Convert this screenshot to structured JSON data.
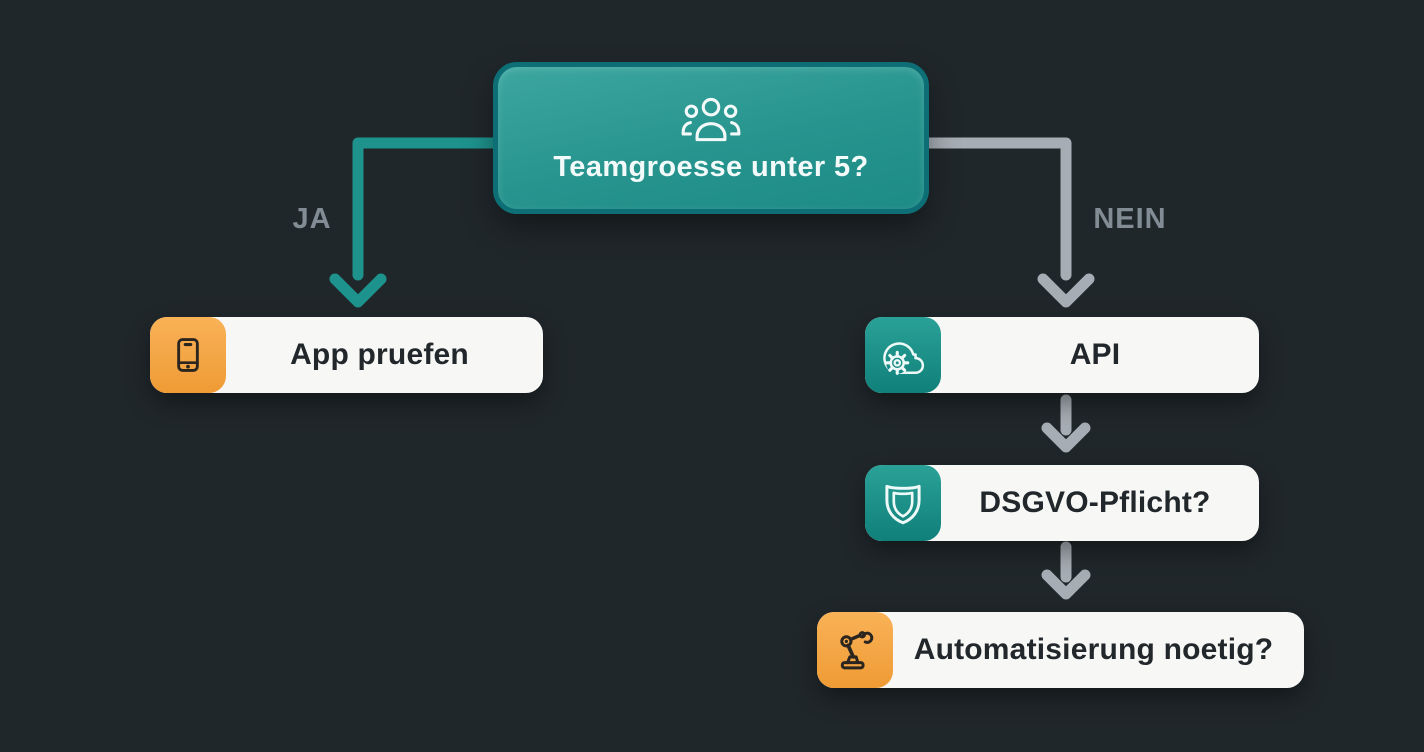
{
  "diagram": {
    "decision": {
      "label": "Teamgroesse unter 5?",
      "icon": "users-icon"
    },
    "branches": {
      "yes": "JA",
      "no": "NEIN"
    },
    "nodes": [
      {
        "label": "App pruefen",
        "icon": "smartphone-icon",
        "accent": "orange"
      },
      {
        "label": "API",
        "icon": "cloud-gear-icon",
        "accent": "teal"
      },
      {
        "label": "DSGVO-Pflicht?",
        "icon": "shield-icon",
        "accent": "teal"
      },
      {
        "label": "Automatisierung noetig?",
        "icon": "robot-arm-icon",
        "accent": "orange"
      }
    ],
    "colors": {
      "background": "#20272b",
      "decision_fill": "#27948e",
      "decision_border": "#0d6f75",
      "yes_arrow": "#1e938d",
      "no_arrow": "#a6adb4",
      "branch_label_text": "#828c95",
      "card_background": "#f7f8f6",
      "card_text": "#22272c",
      "orange_accent": "#f5a743",
      "teal_accent": "#17857f"
    }
  }
}
